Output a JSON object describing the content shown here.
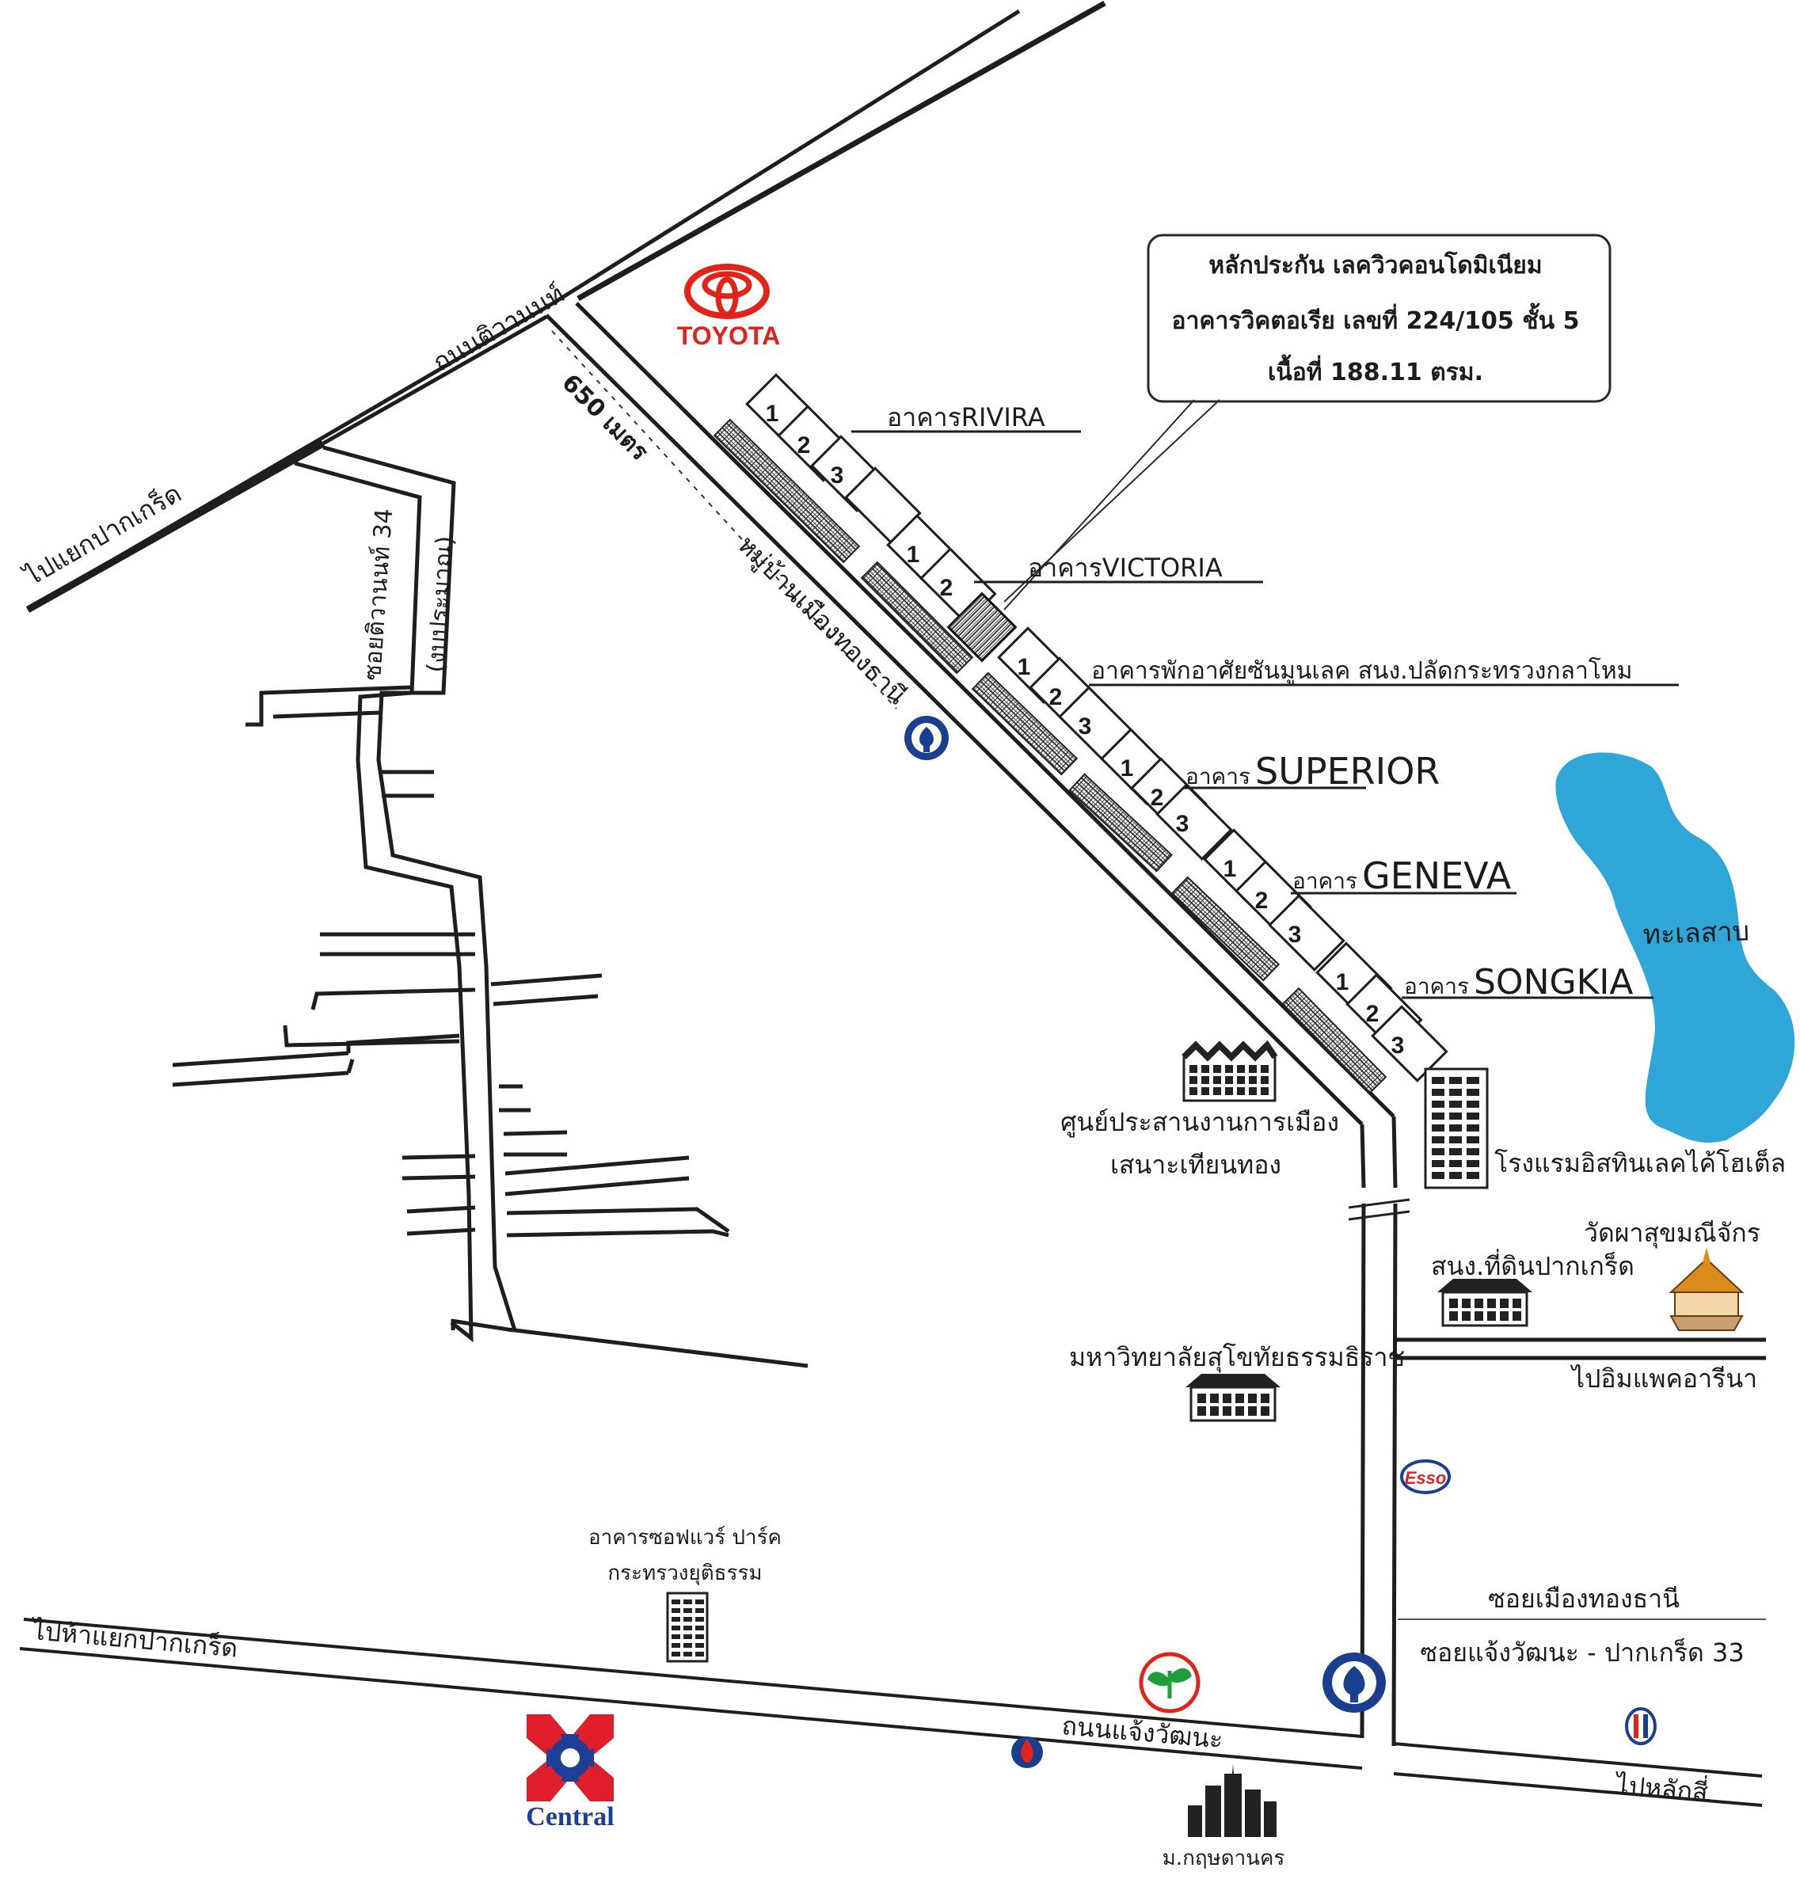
{
  "info_box": {
    "line1": "หลักประกัน เลควิวคอนโดมิเนียม",
    "line2": "อาคารวิคตอเรีย เลขที่ 224/105 ชั้น 5",
    "line3": "เนื้อที่ 188.11 ตรม."
  },
  "roads": {
    "tiwanon_road": "ถนนติวานนท์",
    "to_pak_kret": "ไปแยกปากเกร็ด",
    "soi_tiwanon": "ซอยติวานนท์ 34",
    "soi_tiwanon_sub": "(งบประมาณ)",
    "distance": "650 เมตร",
    "village": "หมู่บ้านเมืองทองธานี",
    "chaeng_road": "ถนนแจ้งวัฒนะ",
    "to_ha_yaek": "ไปห้าแยกปากเกร็ด",
    "to_lak_si": "ไปหลักสี่",
    "to_impact": "ไปอิมแพคอารีนา",
    "soi_muang": "ซอยเมืองทองธานี",
    "soi_chaeng": "ซอยแจ้งวัฒนะ - ปากเกร็ด 33"
  },
  "buildings": {
    "rivira": "อาคารRIVIRA",
    "victoria": "อาคารVICTORIA",
    "residence": "อาคารพักอาศัยซันมูนเลค สนง.ปลัดกระทรวงกลาโหม",
    "superior_prefix": "อาคาร",
    "superior": "SUPERIOR",
    "geneva_prefix": "อาคาร",
    "geneva": "GENEVA",
    "songkia_prefix": "อาคาร",
    "songkia": "SONGKIA"
  },
  "unit_numbers": [
    "1",
    "2",
    "3"
  ],
  "landmarks": {
    "lake": "ทะเลสาบ",
    "politics_center_1": "ศูนย์ประสานงานการเมือง",
    "politics_center_2": "เสนาะเทียนทอง",
    "hotel": "โรงแรมอิสทินเลคไค้โฮเต็ล",
    "land_office": "สนง.ที่ดินปากเกร็ด",
    "temple": "วัดผาสุขมณีจักร",
    "university": "มหาวิทยาลัยสุโขทัยธรรมธิราช",
    "software_park_1": "อาคารซอฟแวร์ ปาร์ค",
    "software_park_2": "กระทรวงยุติธรรม",
    "krirk_univ": "ม.กฤษดานคร"
  },
  "logos": {
    "toyota": "TOYOTA",
    "esso": "Esso",
    "central": "Central"
  },
  "colors": {
    "toyota_red": "#e2231a",
    "lake_blue": "#2ea6d8",
    "bank_blue": "#1b3f8f",
    "kbank_green": "#1f9e3a",
    "central_red": "#e01e2b",
    "central_blue": "#1e3f96"
  }
}
